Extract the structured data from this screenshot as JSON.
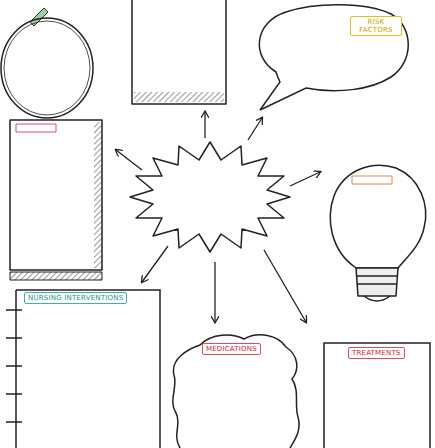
{
  "diagram": {
    "nodes": [
      {
        "text": [
          "RISK FACTORS"
        ]
      },
      {
        "text": [
          "NURSING INTERVENTIONS"
        ]
      },
      {
        "text": [
          "MEDICATIONS"
        ]
      },
      {
        "text": [
          "TREATMENTS"
        ]
      }
    ]
  }
}
